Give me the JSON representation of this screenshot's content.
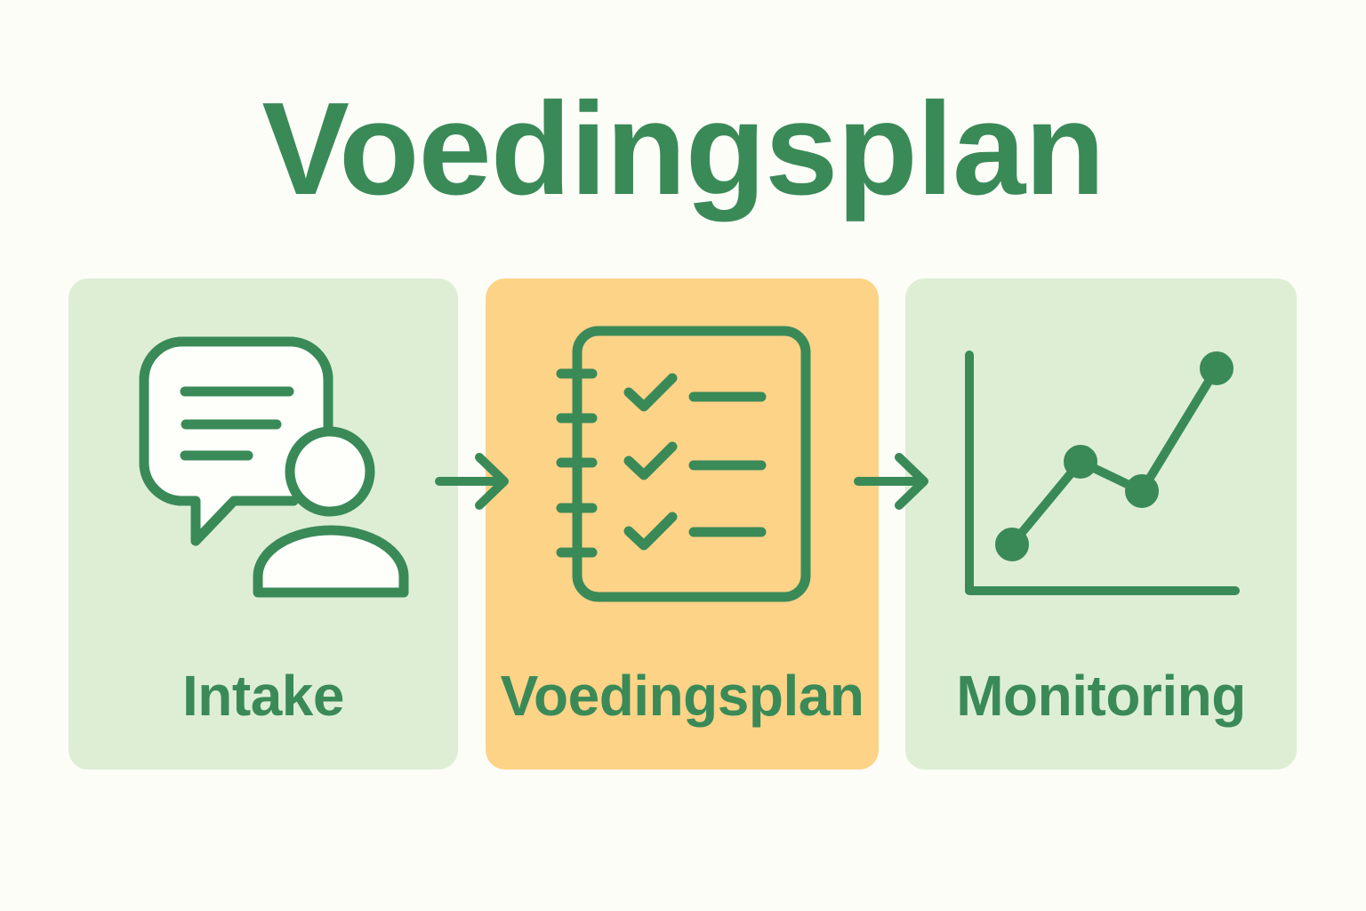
{
  "title": "Voedingsplan",
  "colors": {
    "background": "#fdfdf8",
    "accent_green": "#3a8a58",
    "card_green": "#deeed5",
    "card_highlight": "#fdd388",
    "icon_fill": "#fefefa"
  },
  "steps": [
    {
      "label": "Intake",
      "icon": "chat-person-icon",
      "highlighted": false
    },
    {
      "label": "Voedingsplan",
      "icon": "checklist-notebook-icon",
      "highlighted": true
    },
    {
      "label": "Monitoring",
      "icon": "line-chart-icon",
      "highlighted": false
    }
  ],
  "connectors": [
    {
      "from": "Intake",
      "to": "Voedingsplan",
      "icon": "arrow-right-icon"
    },
    {
      "from": "Voedingsplan",
      "to": "Monitoring",
      "icon": "arrow-right-icon"
    }
  ]
}
